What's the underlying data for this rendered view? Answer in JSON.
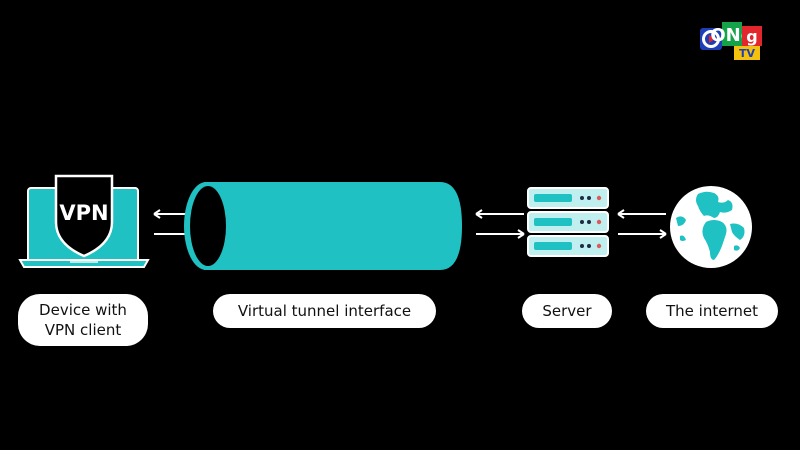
{
  "logo": {
    "text_top": "ONg",
    "text_bottom": "TV"
  },
  "laptop": {
    "badge_text": "VPN"
  },
  "labels": {
    "device_line1": "Device with",
    "device_line2": "VPN client",
    "tunnel": "Virtual tunnel interface",
    "server": "Server",
    "internet": "The internet"
  },
  "colors": {
    "background": "#000000",
    "accent": "#1fc1c3",
    "label_bg": "#ffffff",
    "label_text": "#111111",
    "server_led": "#e05a5a"
  }
}
